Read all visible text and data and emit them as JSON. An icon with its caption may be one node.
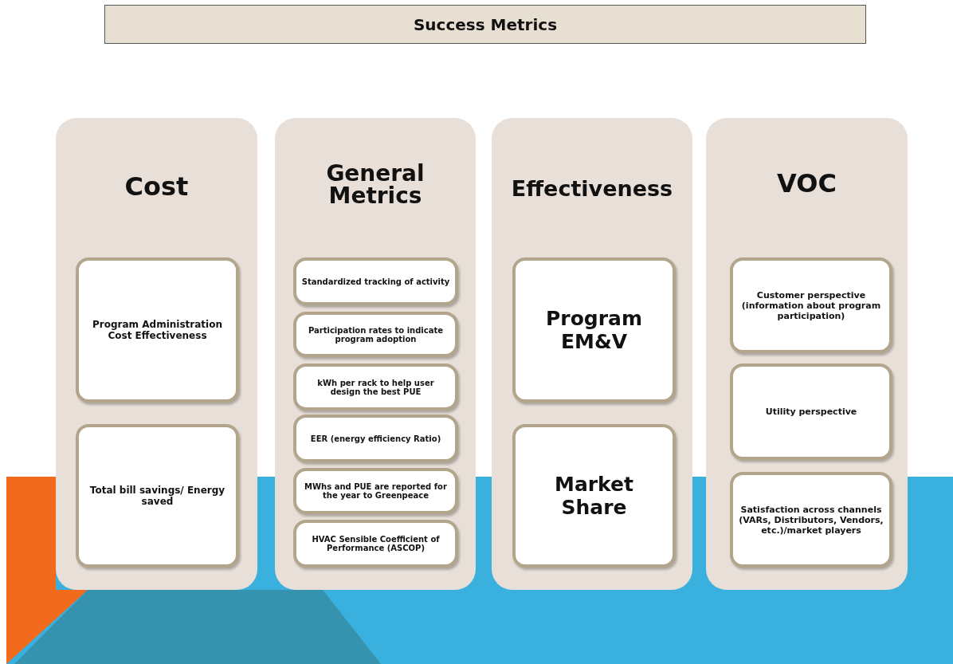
{
  "diagram": {
    "title": "Success Metrics",
    "nodes": [
      {
        "text": [
          "Cost"
        ]
      },
      {
        "text": [
          "Program Administration Cost Effectiveness"
        ],
        "in": 0
      },
      {
        "text": [
          "Total bill savings/ Energy saved"
        ],
        "in": 0
      },
      {
        "text": [
          "General Metrics"
        ]
      },
      {
        "text": [
          "Standardized tracking of activity"
        ],
        "in": 3
      },
      {
        "text": [
          "Participation rates to indicate program adoption"
        ],
        "in": 3
      },
      {
        "text": [
          "kWh per rack to help user design the best PUE"
        ],
        "in": 3
      },
      {
        "text": [
          "EER (energy efficiency Ratio)"
        ],
        "in": 3
      },
      {
        "text": [
          "MWhs and PUE are reported for the year to Greenpeace"
        ],
        "in": 3
      },
      {
        "text": [
          "HVAC Sensible Coefficient of Performance (ASCOP)"
        ],
        "in": 3
      },
      {
        "text": [
          "Effectiveness"
        ]
      },
      {
        "text": [
          "Program EM&V"
        ],
        "in": 10
      },
      {
        "text": [
          "Market Share"
        ],
        "in": 10
      },
      {
        "text": [
          "VOC"
        ]
      },
      {
        "text": [
          "Customer perspective (information about program participation)"
        ],
        "in": 13
      },
      {
        "text": [
          "Utility perspective"
        ],
        "in": 13
      },
      {
        "text": [
          "Satisfaction across channels (VARs, Distributors, Vendors, etc.)/market players"
        ],
        "in": 13
      }
    ]
  }
}
